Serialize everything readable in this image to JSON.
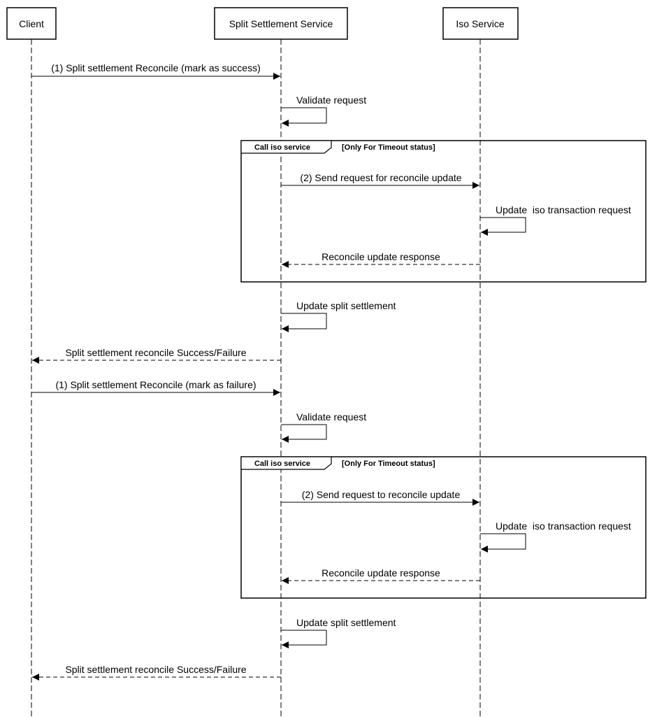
{
  "diagram": {
    "participants": [
      {
        "id": "client",
        "name": "Client"
      },
      {
        "id": "split",
        "name": "Split Settlement Service"
      },
      {
        "id": "iso",
        "name": "Iso Service"
      }
    ],
    "messages": [
      {
        "from": "client",
        "to": "split",
        "label": "(1) Split settlement Reconcile (mark as success)",
        "style": "solid"
      },
      {
        "from": "split",
        "to": "split",
        "label": "Validate request",
        "style": "self"
      },
      {
        "from": "split",
        "to": "iso",
        "label": "(2) Send request for reconcile update",
        "style": "solid"
      },
      {
        "from": "iso",
        "to": "iso",
        "label": "Update  iso transaction request",
        "style": "self"
      },
      {
        "from": "iso",
        "to": "split",
        "label": "Reconcile update response",
        "style": "dashed"
      },
      {
        "from": "split",
        "to": "split",
        "label": "Update split settlement",
        "style": "self"
      },
      {
        "from": "split",
        "to": "client",
        "label": "Split settlement reconcile Success/Failure",
        "style": "dashed"
      },
      {
        "from": "client",
        "to": "split",
        "label": "(1) Split settlement Reconcile (mark as failure)",
        "style": "solid"
      },
      {
        "from": "split",
        "to": "split",
        "label": "Validate request",
        "style": "self"
      },
      {
        "from": "split",
        "to": "iso",
        "label": "(2) Send request to reconcile update",
        "style": "solid"
      },
      {
        "from": "iso",
        "to": "iso",
        "label": "Update  iso transaction request",
        "style": "self"
      },
      {
        "from": "iso",
        "to": "split",
        "label": "Reconcile update response",
        "style": "dashed"
      },
      {
        "from": "split",
        "to": "split",
        "label": "Update split settlement",
        "style": "self"
      },
      {
        "from": "split",
        "to": "client",
        "label": "Split settlement reconcile Success/Failure",
        "style": "dashed"
      }
    ],
    "fragments": [
      {
        "name": "Call iso service",
        "guard": "[Only For Timeout status]"
      },
      {
        "name": "Call iso service",
        "guard": "[Only For Timeout status]"
      }
    ]
  }
}
